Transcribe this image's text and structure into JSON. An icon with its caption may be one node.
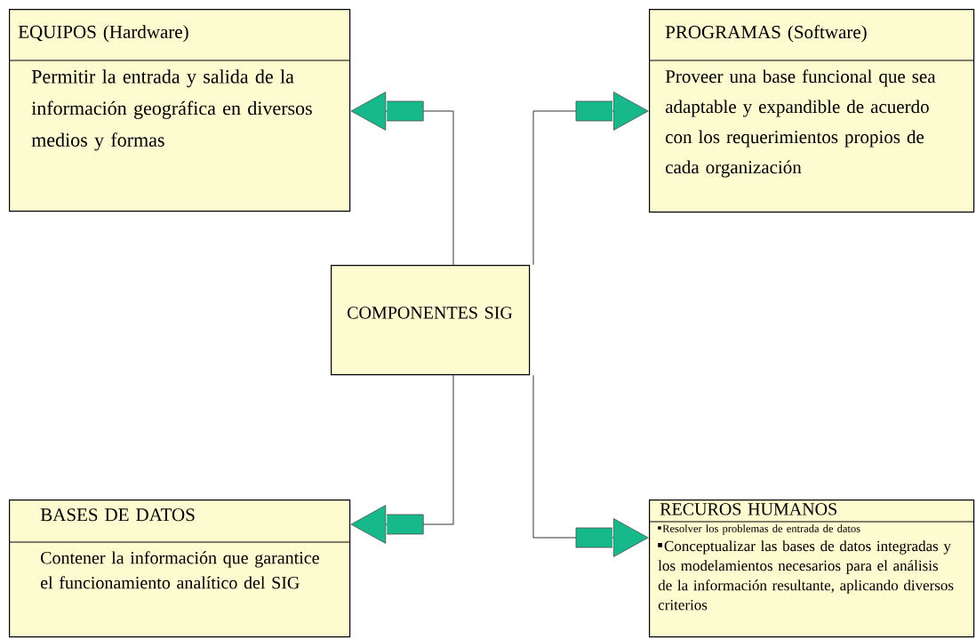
{
  "diagram": {
    "nodes": [
      {
        "text": [
          "COMPONENTES SIG"
        ]
      },
      {
        "text": [
          "EQUIPOS (Hardware)",
          "Permitir la entrada y salida de la información geográfica en diversos medios y formas"
        ]
      },
      {
        "text": [
          "PROGRAMAS (Software)",
          "Proveer una base funcional que sea adaptable y expandible de acuerdo con los requerimientos propios de cada organización"
        ]
      },
      {
        "text": [
          "BASES DE DATOS",
          "Contener la información que garantice el funcionamiento analítico del SIG"
        ]
      },
      {
        "text": [
          "RECUROS HUMANOS",
          "Resolver los problemas de entrada de datos",
          "Conceptualizar las bases de datos integradas y los modelamientos necesarios para el análisis de la información resultante, aplicando diversos criterios"
        ]
      }
    ],
    "edges": [
      {
        "from": 0,
        "to": 1,
        "arrow": "to"
      },
      {
        "from": 0,
        "to": 2,
        "arrow": "to"
      },
      {
        "from": 0,
        "to": 3,
        "arrow": "to"
      },
      {
        "from": 0,
        "to": 4,
        "arrow": "to"
      }
    ]
  }
}
